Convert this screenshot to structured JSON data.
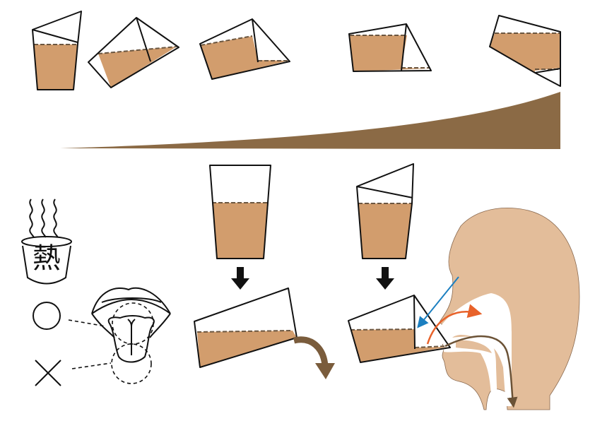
{
  "heat_cup": {
    "label": "熱"
  },
  "marks": {
    "good": "circle-mark",
    "bad": "cross-mark"
  },
  "colors": {
    "liquid": "#d29d6d",
    "wedge": "#8b6a45",
    "skin": "#e3bd9a",
    "blue_arrow": "#1b7fc0",
    "orange_arrow": "#e8622a",
    "brown_arrow": "#6b5236"
  }
}
